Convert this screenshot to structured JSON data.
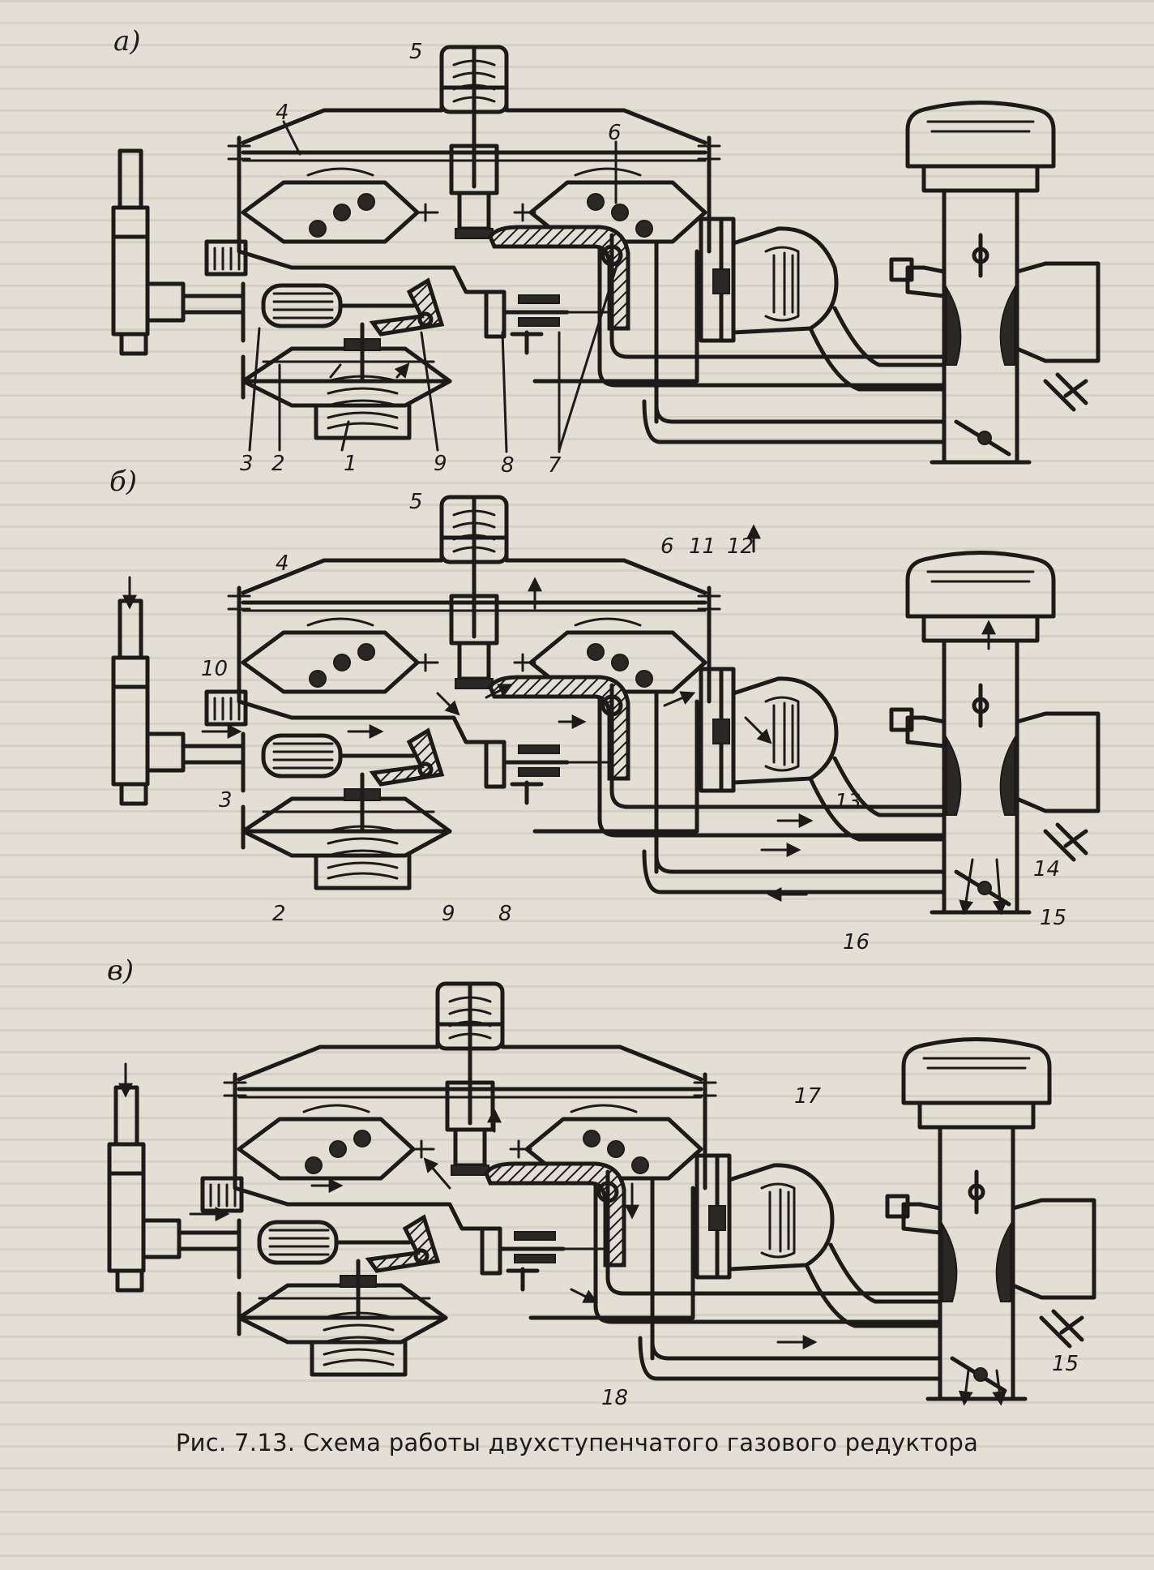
{
  "figure": {
    "caption": "Рис. 7.13. Схема работы двухступенчатого газового редуктора",
    "background_color": "#e3dfd5",
    "ink_color": "#1c1b19"
  },
  "panels": [
    {
      "id": "a",
      "label": "а)",
      "callouts": [
        "1",
        "2",
        "3",
        "4",
        "5",
        "6",
        "7",
        "8",
        "9"
      ]
    },
    {
      "id": "b",
      "label": "б)",
      "callouts": [
        "2",
        "3",
        "4",
        "5",
        "6",
        "8",
        "9",
        "10",
        "11",
        "12",
        "13",
        "14",
        "15",
        "16"
      ]
    },
    {
      "id": "v",
      "label": "в)",
      "callouts": [
        "15",
        "17",
        "18"
      ]
    }
  ]
}
